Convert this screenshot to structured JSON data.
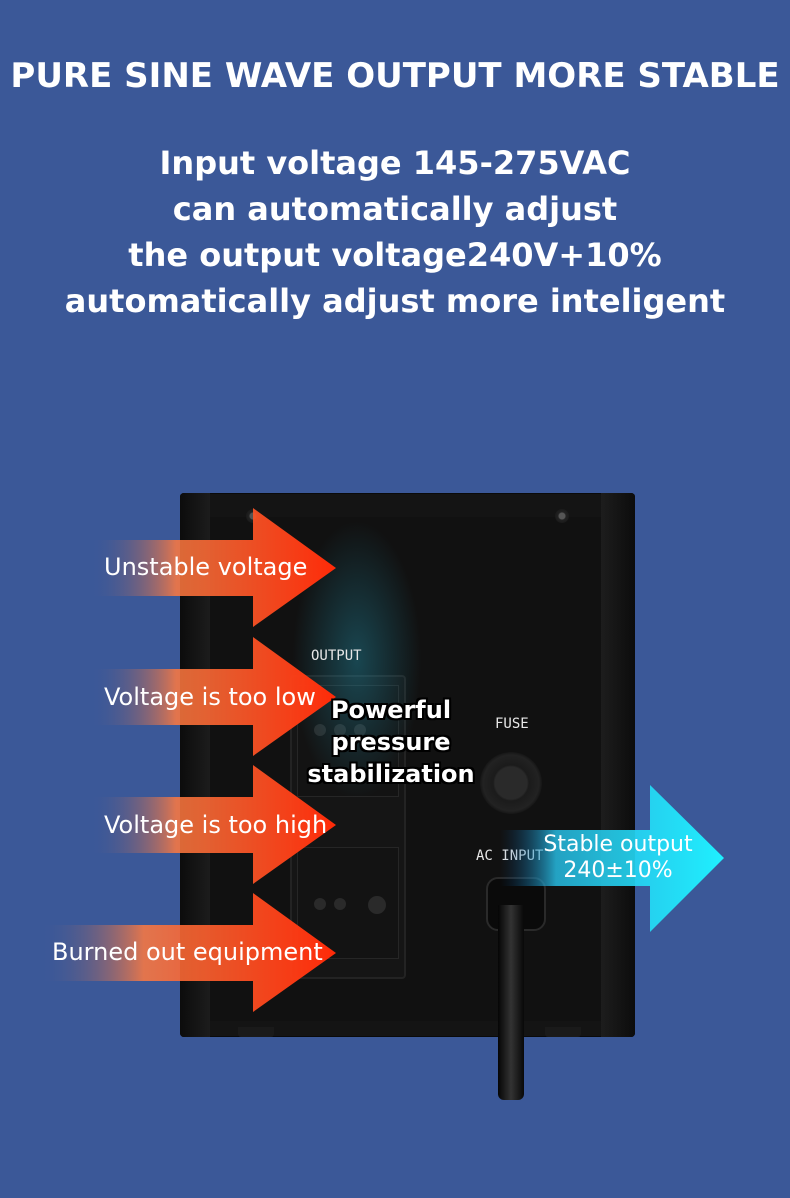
{
  "headline": "PURE SINE WAVE OUTPUT MORE STABLE",
  "description": [
    "Input voltage 145-275VAC",
    "can automatically adjust",
    "the output voltage240V+10%",
    "automatically adjust more inteligent"
  ],
  "device": {
    "output_label": "OUTPUT",
    "fuse_label": "FUSE",
    "ac_input_label": "AC INPUT"
  },
  "problems": [
    "Unstable voltage",
    "Voltage is too low",
    "Voltage is too high",
    "Burned out equipment"
  ],
  "center_text": [
    "Powerful",
    "pressure",
    "stabilization"
  ],
  "output": {
    "line1": "Stable output",
    "line2": "240±10%"
  },
  "colors": {
    "background": "#3b5898",
    "problem_arrow": "#ff3a10",
    "output_arrow": "#22e6f5"
  }
}
